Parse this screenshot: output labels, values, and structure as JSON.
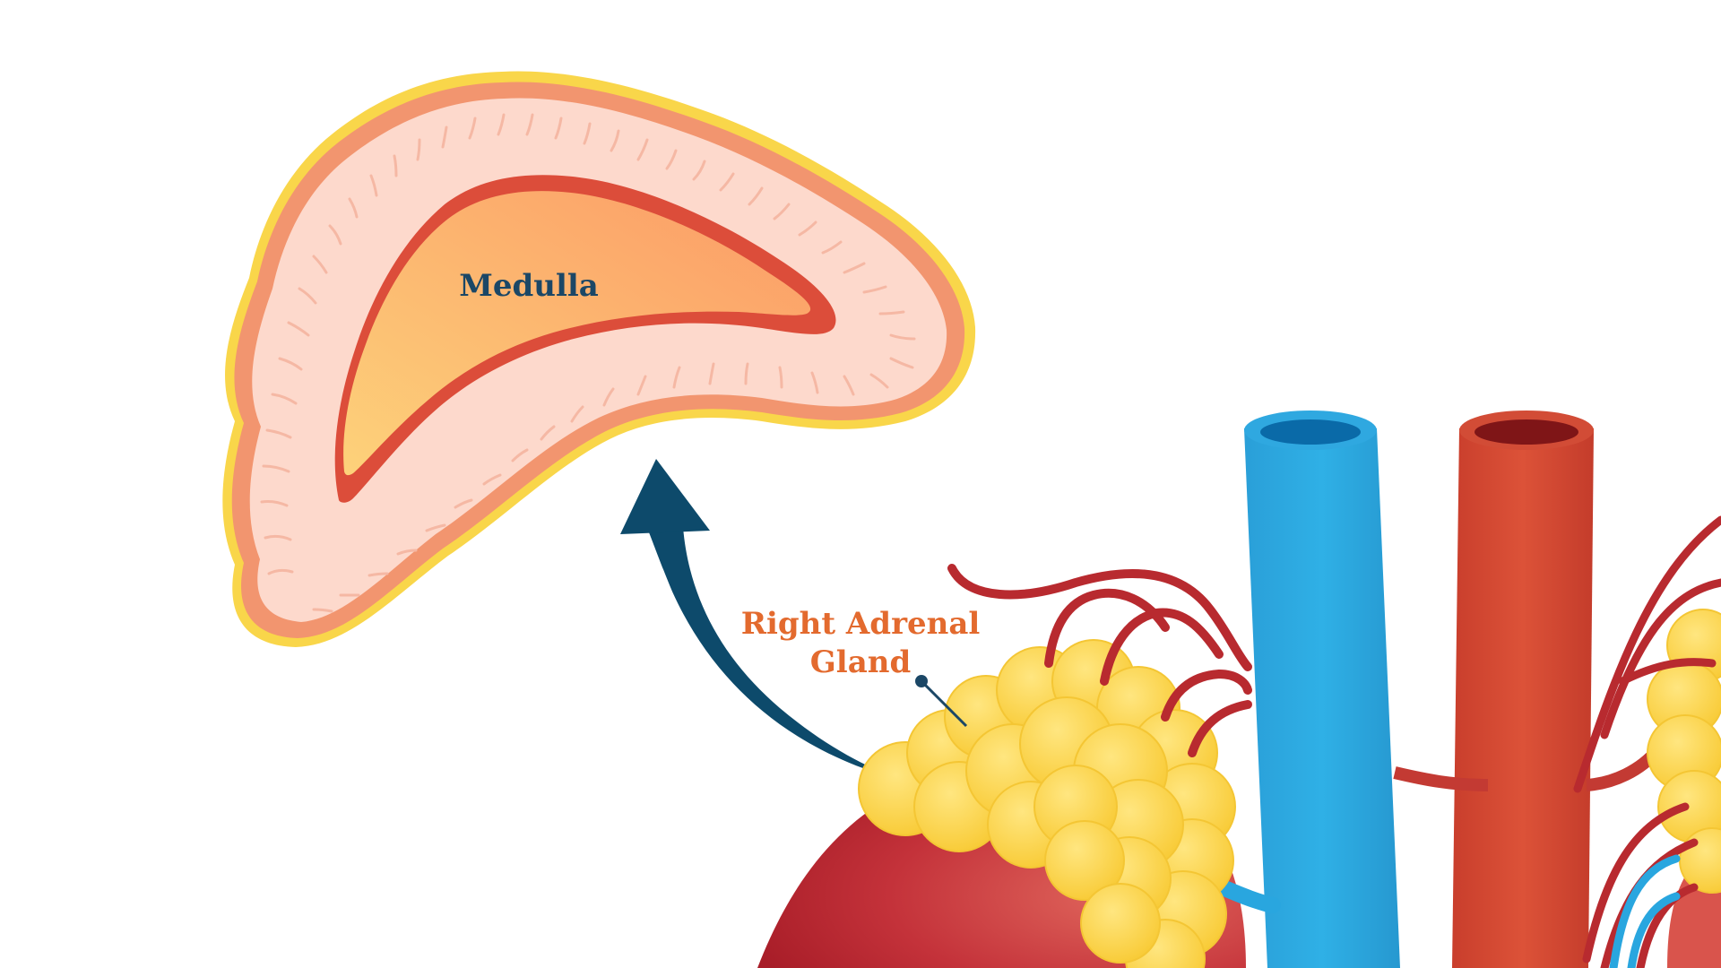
{
  "labels": {
    "medulla": "Medulla",
    "gland_line1": "Right Adrenal",
    "gland_line2": "Gland"
  },
  "colors": {
    "background": "#ffffff",
    "label_dark_blue": "#1b4766",
    "label_orange": "#e36a2e",
    "cortex_pink": "#fdd9cc",
    "cortex_rim": "#f2956f",
    "capsule_yellow": "#f9d64a",
    "medulla_fill": "#fbb06a",
    "medulla_border": "#dc4d3a",
    "arrow_navy": "#0d4a6b",
    "gland_yellow": "#fed84c",
    "kidney_red": "#b3202a",
    "vena_cava_blue": "#29a6df",
    "aorta_red": "#d64a35",
    "vessel_red": "#b82a2f"
  },
  "icons": {
    "arrow": "curved-up-arrow",
    "pin": "label-pin"
  }
}
